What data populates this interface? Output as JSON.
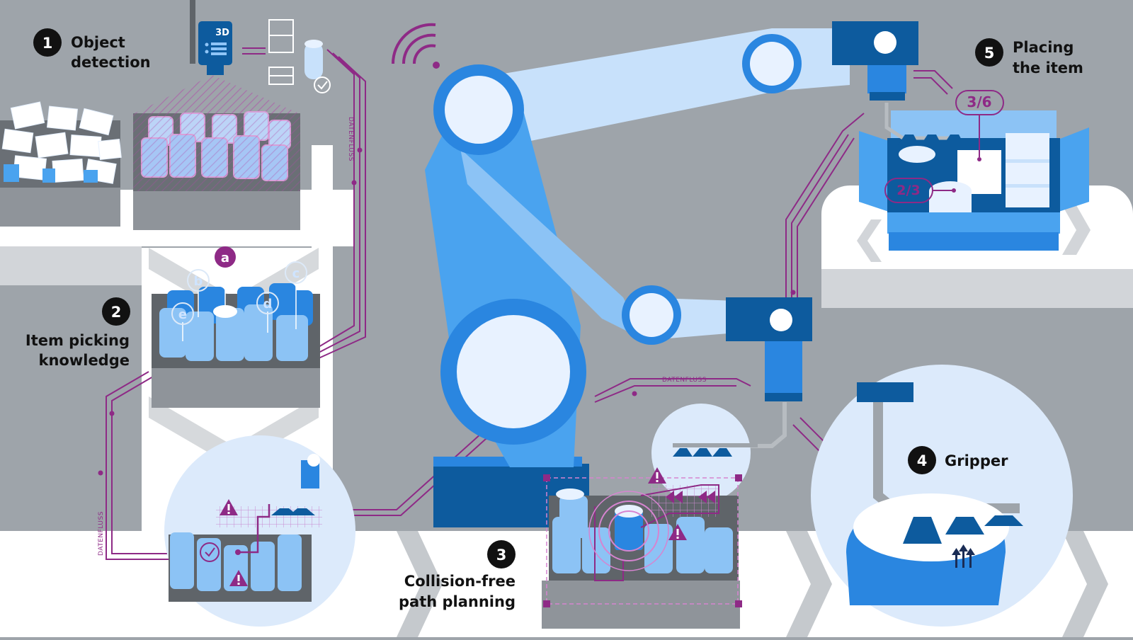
{
  "colors": {
    "background": "#9ea4aa",
    "floor": "#ffffff",
    "robot_blue": "#4aa3ef",
    "robot_light": "#c8e1fb",
    "robot_dark": "#0d5b9e",
    "data_flow": "#8e2a86",
    "label_badge": "#111111"
  },
  "steps": [
    {
      "number": "1",
      "line1": "Object",
      "line2": "detection"
    },
    {
      "number": "2",
      "line1": "Item picking",
      "line2": "knowledge"
    },
    {
      "number": "3",
      "line1": "Collision-free",
      "line2": "path planning"
    },
    {
      "number": "4",
      "line1": "Gripper",
      "line2": ""
    },
    {
      "number": "5",
      "line1": "Placing",
      "line2": "the item"
    }
  ],
  "camera_label": "3D",
  "data_flow_label": "DATENFLUSS",
  "item_tags": [
    "a",
    "b",
    "c",
    "d",
    "e"
  ],
  "counters": {
    "box_total": "3/6",
    "compartment": "2/3"
  },
  "icons": [
    "wifi-icon",
    "checkmark-icon",
    "warning-icon",
    "rewind-icon",
    "lift-arrows-icon",
    "3d-camera-icon"
  ]
}
